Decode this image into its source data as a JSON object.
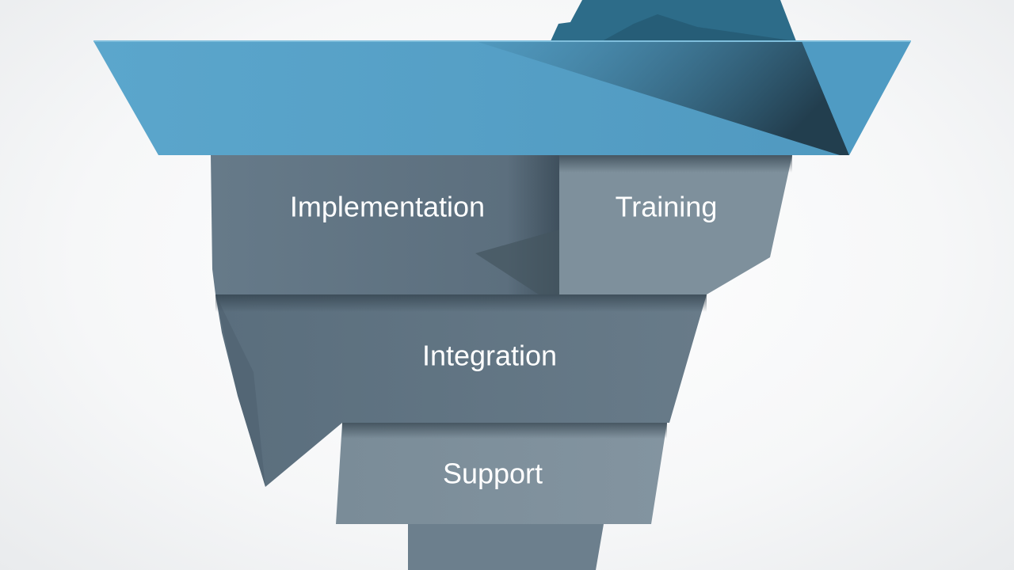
{
  "diagram": {
    "segments": [
      {
        "label": "Implementation"
      },
      {
        "label": "Training"
      },
      {
        "label": "Integration"
      },
      {
        "label": "Support"
      }
    ],
    "colors": {
      "lid": "#5aa4c9",
      "lid_shadow": "#3c7e9f",
      "peak": "#2f6d8a",
      "block_dark": "#5f7383",
      "block_mid": "#6f8290",
      "block_light": "#7f919d",
      "block_shadow": "#3d4f5c"
    }
  }
}
